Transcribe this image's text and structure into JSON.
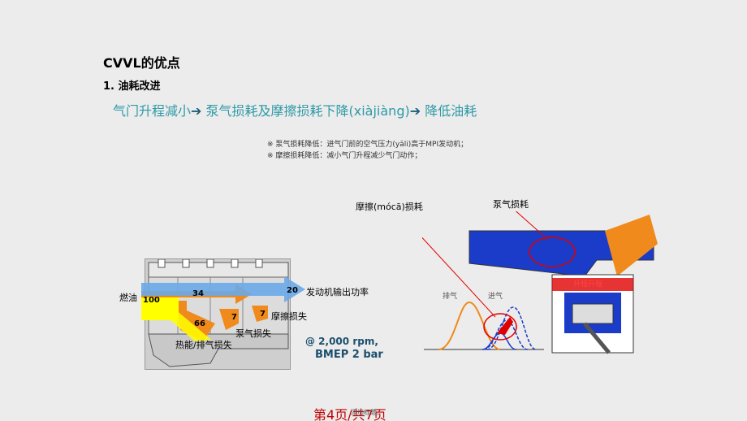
{
  "title": "CVVL的优点",
  "subtitle": "1. 油耗改进",
  "headline": {
    "part1": "气门升程减小",
    "part2": "泵气损耗及摩擦损耗下降(xiàjiàng)",
    "part3": "降低油耗"
  },
  "notes": [
    "※ 泵气损耗降低：进气门前的空气压力(yāli)高于MPI发动机；",
    "※ 摩擦损耗降低：减小气门升程减少气门动作；"
  ],
  "energy_diagram": {
    "fuel_label": "燃油",
    "fuel_value": "100",
    "value_34": "34",
    "output_value": "20",
    "output_label": "发动机输出功率",
    "friction_value": "7",
    "friction_label": "摩擦损失",
    "pump_value": "7",
    "pump_label": "泵气损失",
    "heat_value": "66",
    "heat_label": "热能/排气损失",
    "rpm": "@ 2,000 rpm,",
    "bmep": "BMEP 2 bar"
  },
  "valve_diagram": {
    "friction_label": "摩擦(mócā)损耗",
    "pump_label": "泵气损耗",
    "exhaust_label": "排气",
    "intake_label": "进气",
    "chamber_label": "升程升程"
  },
  "footer": {
    "page": "第4页/共7页",
    "sub": "添加标题。"
  },
  "colors": {
    "headline": "#2e9aa6",
    "blue_arrow": "#6aa8e8",
    "orange": "#f08a1c",
    "yellow": "#ffff00",
    "red": "#e00000",
    "engine_blue": "#1a3cc8"
  }
}
